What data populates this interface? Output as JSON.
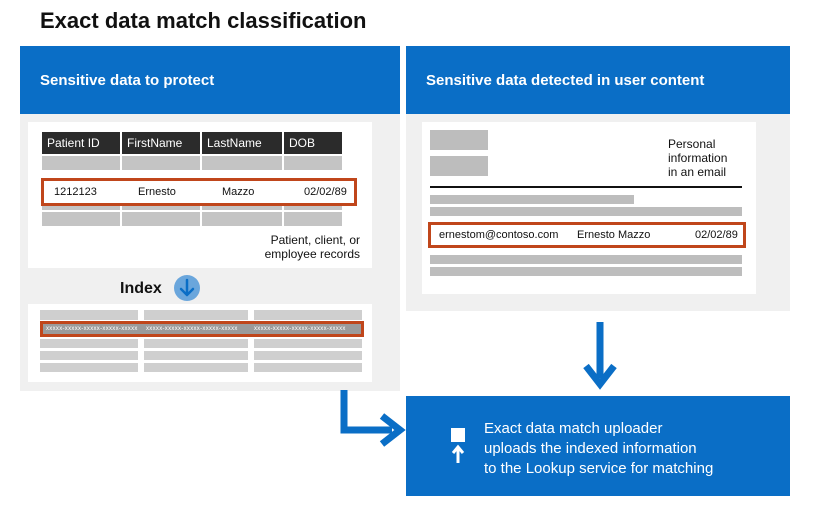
{
  "title": "Exact data match classification",
  "left_panel": {
    "header": "Sensitive data to protect",
    "table_headers": [
      "Patient ID",
      "FirstName",
      "LastName",
      "DOB"
    ],
    "highlight_row": [
      "1212123",
      "Ernesto",
      "Mazzo",
      "02/02/89"
    ],
    "records_caption_line1": "Patient, client, or",
    "records_caption_line2": "employee records",
    "index_label": "Index",
    "hashed_values": [
      "xxxxx-xxxxx-xxxxx-xxxxx-xxxxx",
      "xxxxx-xxxxx-xxxxx-xxxxx-xxxxx",
      "xxxxx-xxxxx-xxxxx-xxxxx-xxxxx"
    ]
  },
  "right_panel": {
    "header": "Sensitive data detected in user content",
    "email_caption_line1": "Personal",
    "email_caption_line2": "information",
    "email_caption_line3": "in an email",
    "detected_email": "ernestom@contoso.com",
    "detected_name": "Ernesto Mazzo",
    "detected_dob": "02/02/89"
  },
  "uploader": {
    "line1": "Exact data match uploader",
    "line2": "uploads the indexed information",
    "line3": "to the Lookup service for matching"
  },
  "colors": {
    "accent_blue": "#0a6ec6",
    "highlight_red": "#c0461b",
    "panel_gray": "#f0f0f0"
  },
  "icons": [
    "arrow-down-circle-icon",
    "arrow-down-icon",
    "arrow-right-elbow-icon",
    "upload-icon"
  ]
}
